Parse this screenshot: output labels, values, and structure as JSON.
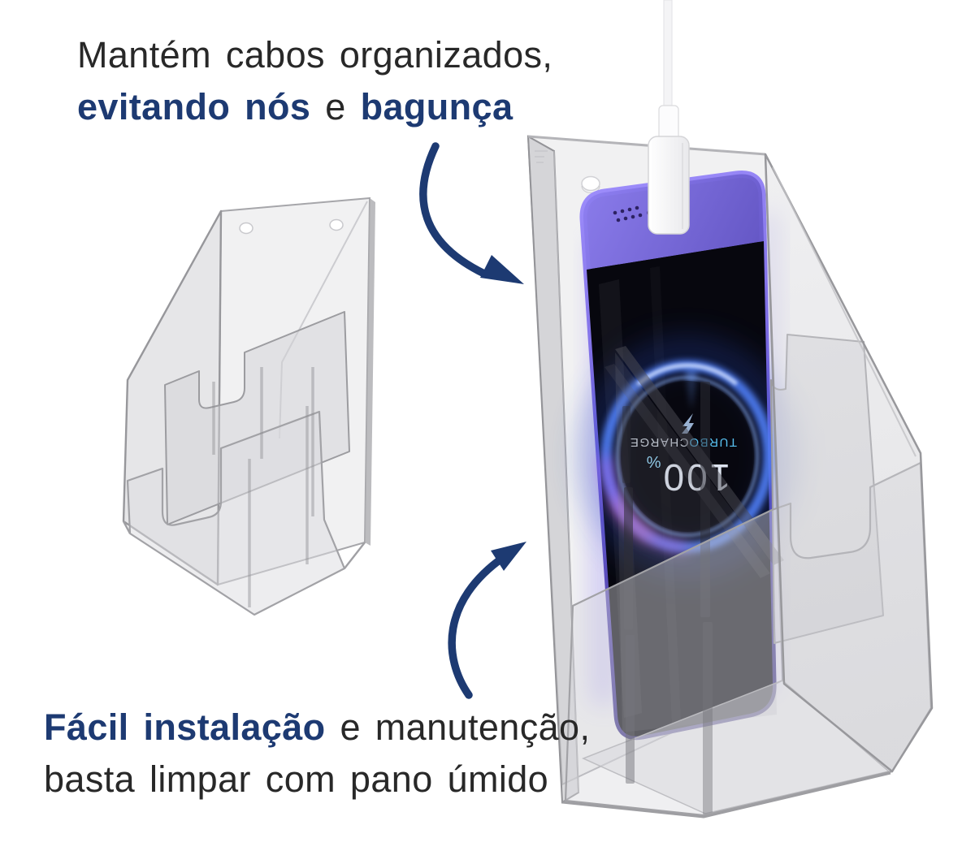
{
  "top_text": {
    "line1": "Mantém cabos organizados,",
    "line2_bold1": "evitando nós",
    "line2_mid": " e ",
    "line2_bold2": "bagunça"
  },
  "bottom_text": {
    "line1_bold": "Fácil instalação",
    "line1_rest": " e manutenção,",
    "line2": "basta limpar com pano úmido"
  },
  "phone_screen": {
    "percent_value": "100",
    "percent_sign": "%",
    "turbo_word": "TURBO",
    "charge_word": "CHARGE"
  },
  "icons": {
    "arrow_top": "curved-arrow-down-right",
    "arrow_bottom": "curved-arrow-up-right",
    "lightning_bolt": "lightning-bolt",
    "screw_hole": "screw-hole"
  },
  "colors": {
    "accent_navy": "#1d3a72",
    "text_dark": "#282828",
    "phone_purple": "#7b6ce0",
    "ring_blue": "#4d7bf2",
    "ring_violet": "#b864e8",
    "turbo_blue": "#58c2f2",
    "acrylic_edge": "#a5a5a9",
    "cable_white": "#ffffff",
    "background": "#ffffff"
  }
}
